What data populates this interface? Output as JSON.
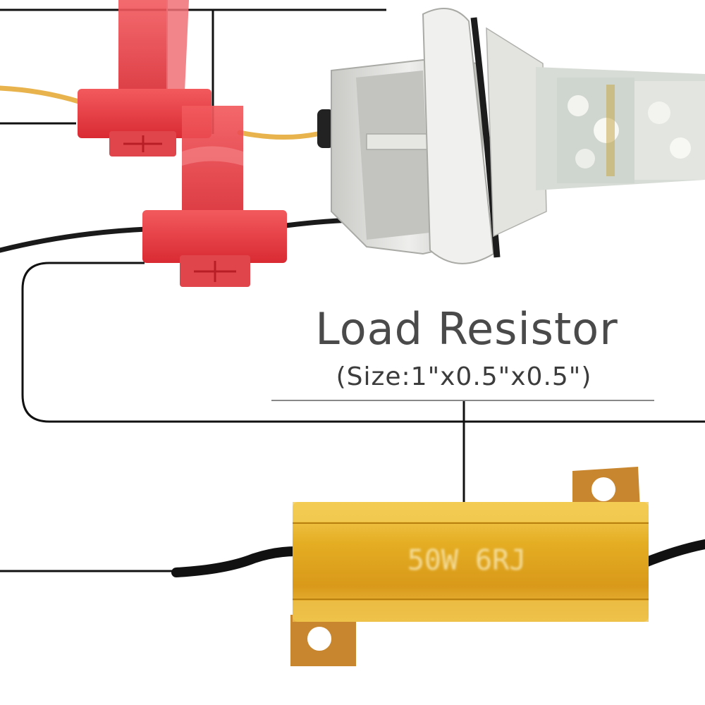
{
  "caption": {
    "title": "Load Resistor",
    "size": "(Size:1\"x0.5\"x0.5\")"
  },
  "resistor": {
    "marking": "50W 6RJ"
  },
  "colors": {
    "connector": "#e8343a",
    "resistor_body": "#e0a91e",
    "mount_tab": "#c8862e",
    "socket": "#d9d9d6",
    "wire_yellow": "#e8b34c",
    "wire_black": "#1a1a1a",
    "leader_line": "#111111"
  }
}
